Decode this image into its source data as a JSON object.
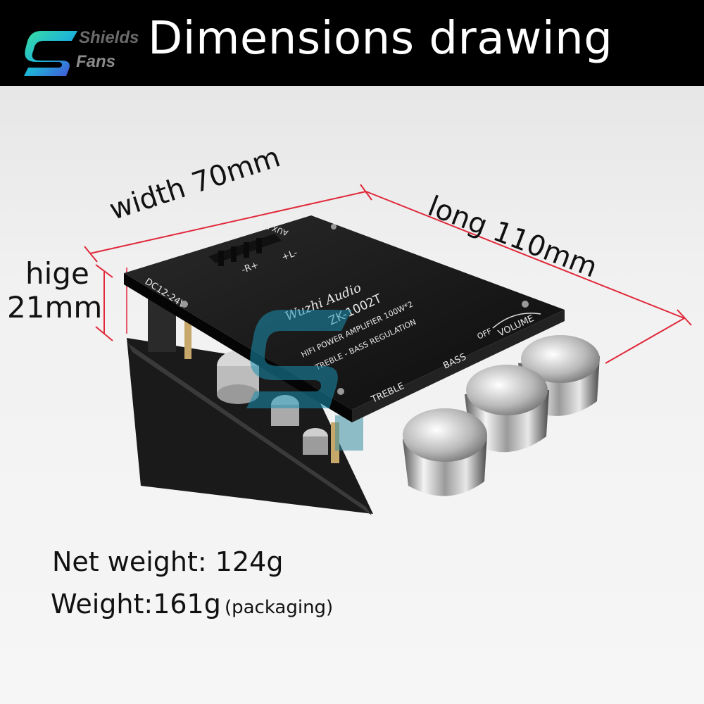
{
  "header": {
    "title": "Dimensions drawing",
    "logo": {
      "line1": "Shields",
      "line2": "Fans",
      "icon": "s-swoosh-logo-icon"
    }
  },
  "dimensions": {
    "width": "width 70mm",
    "length": "long 110mm",
    "height_line1": "hige",
    "height_line2": "21mm"
  },
  "board": {
    "brand": "Wuzhi Audio",
    "model": "ZK-1002T",
    "desc1": "HIFI POWER AMPLIFIER 100W*2",
    "desc2": "TREBLE - BASS  REGULATION",
    "power": "DC12-24V",
    "aux": "AUX-IN",
    "right": "-R+",
    "left": "+L-",
    "knob_treble": "TREBLE",
    "knob_bass": "BASS",
    "knob_off": "OFF",
    "knob_volume": "VOLUME"
  },
  "weights": {
    "net": "Net weight: 124g",
    "gross": "Weight:161g",
    "gross_note": "(packaging)"
  },
  "colors": {
    "header_bg": "#000000",
    "dimension_line": "#e0283a",
    "board": "#141414",
    "watermark": "#1a8fb0"
  }
}
